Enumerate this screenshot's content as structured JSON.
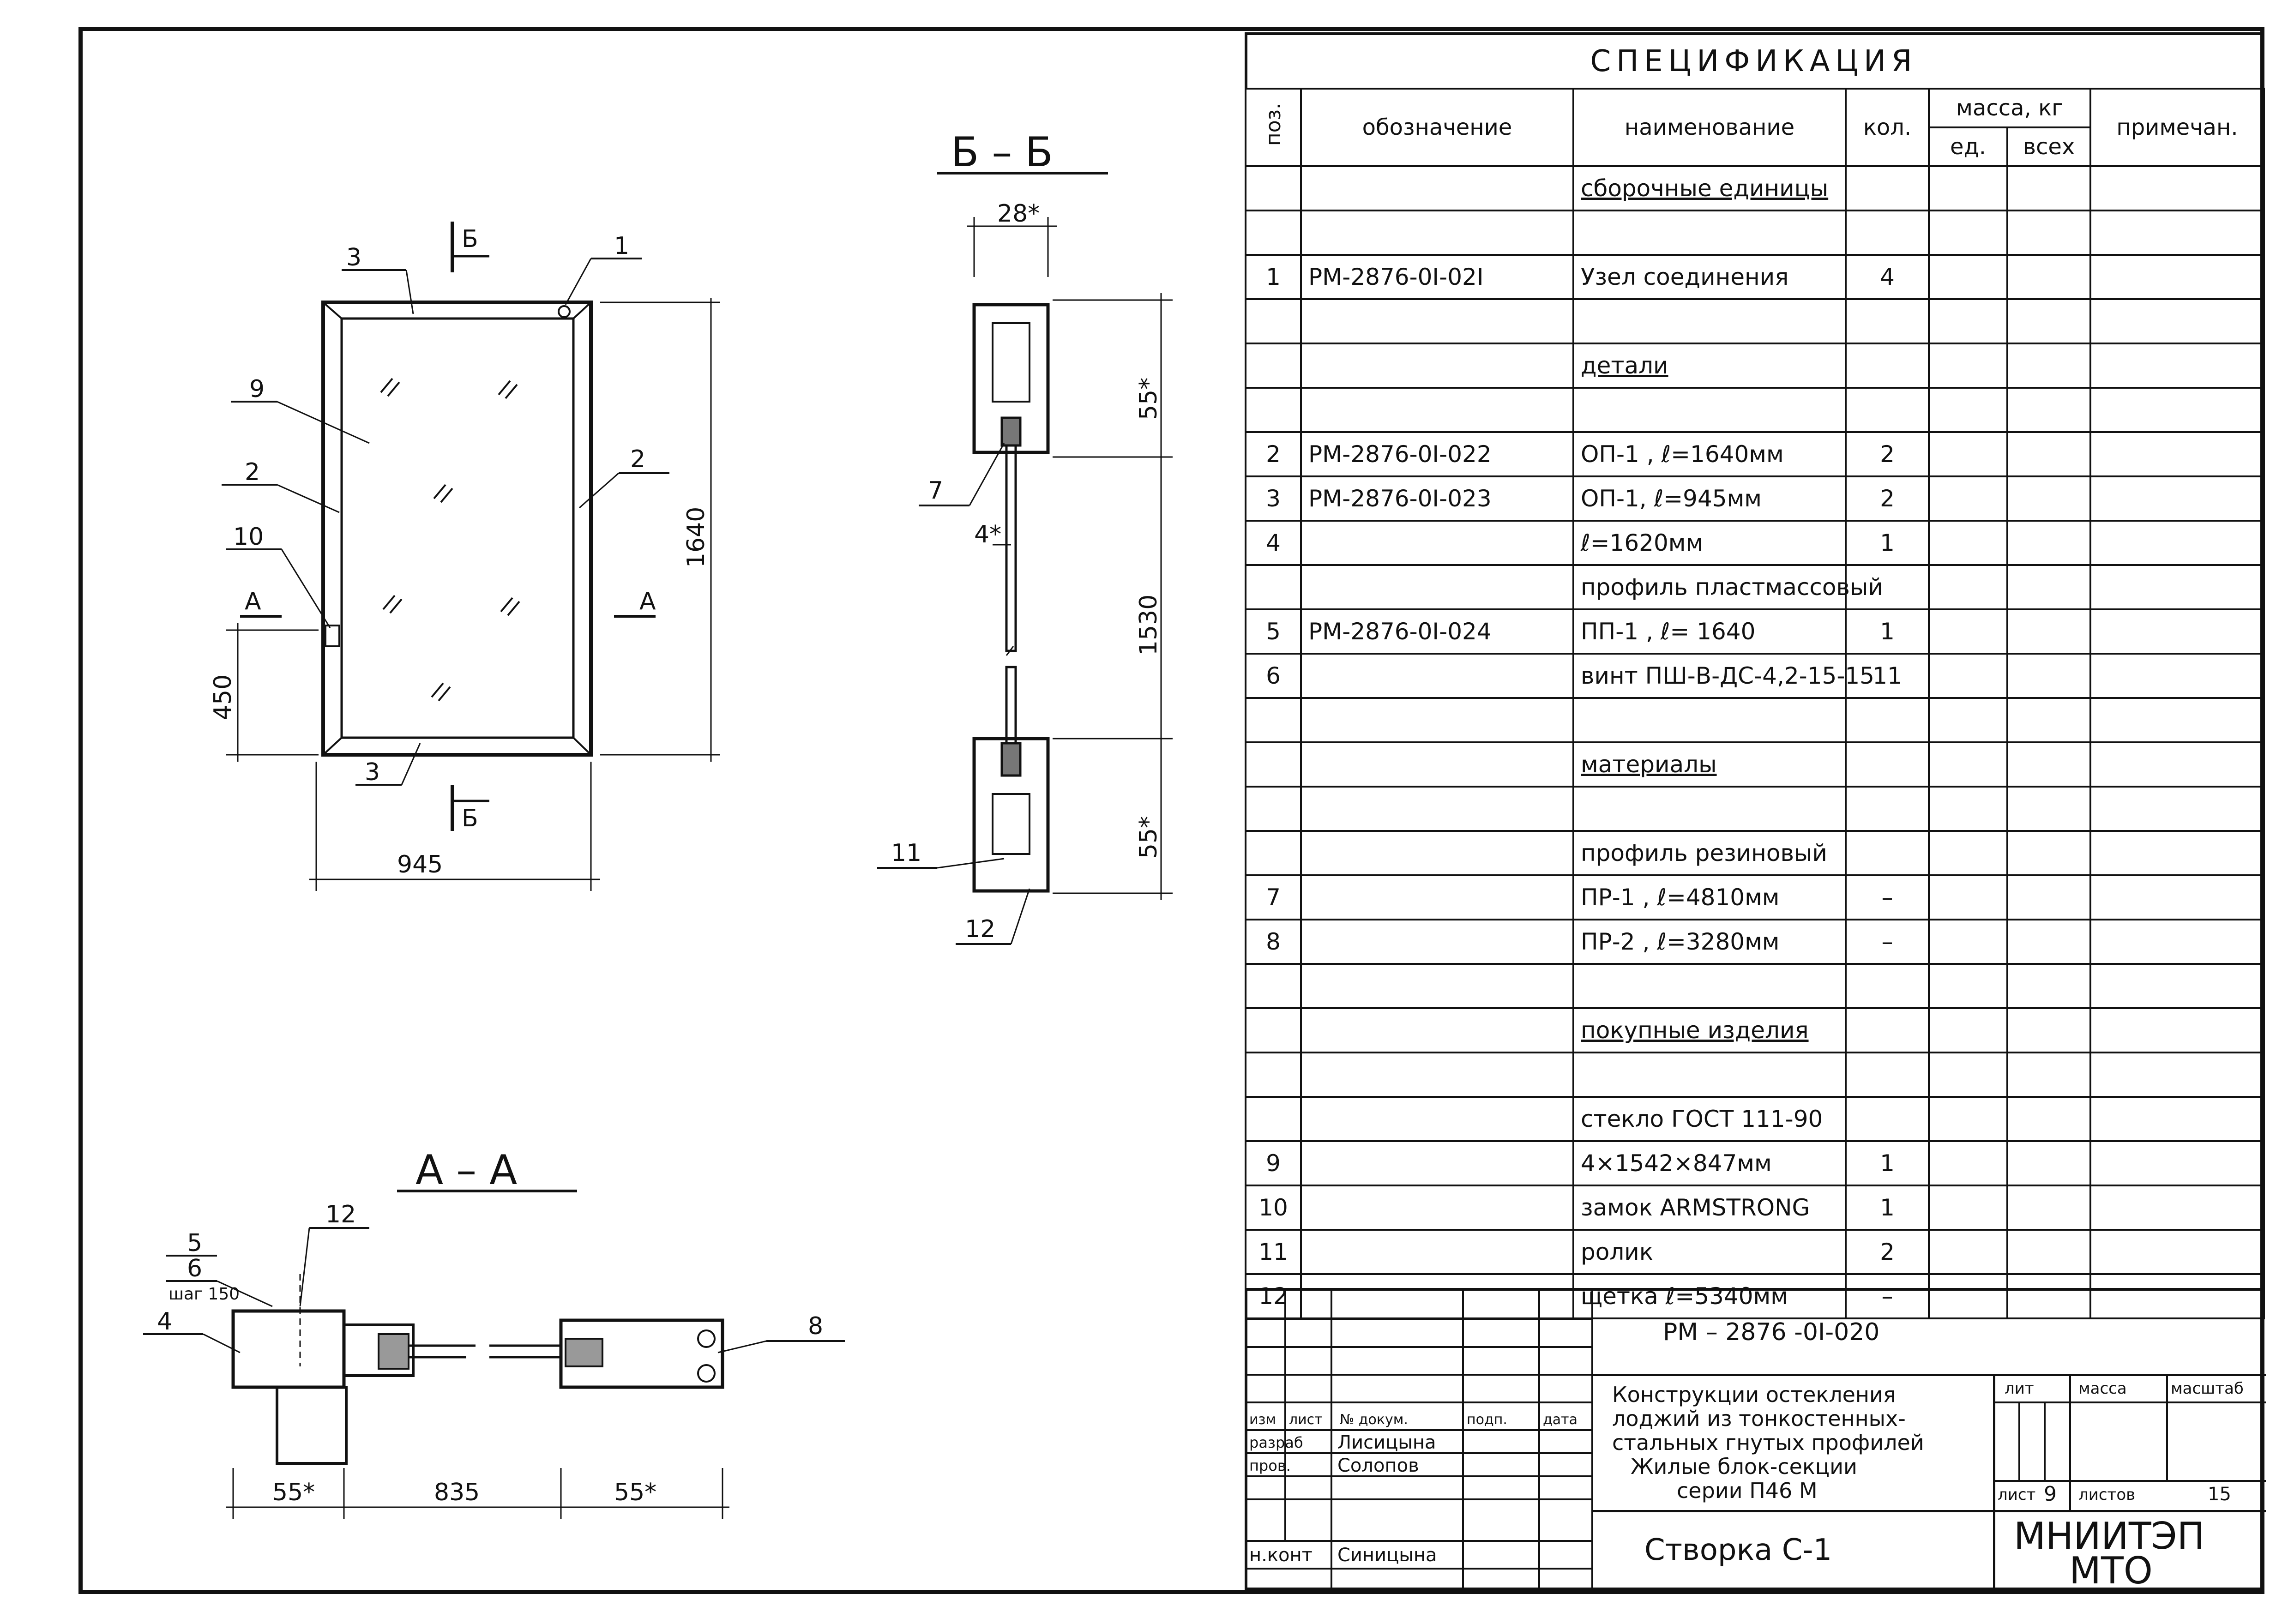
{
  "specification": {
    "title": "СПЕЦИФИКАЦИЯ",
    "headers": {
      "pos": "поз.",
      "designation": "обозначение",
      "name": "наименование",
      "qty": "кол.",
      "mass": "масса, кг",
      "mass_unit": "ед.",
      "mass_total": "всех",
      "note": "примечан."
    },
    "rows": [
      {
        "pos": "",
        "designation": "",
        "name": "сборочные единицы",
        "qty": "",
        "section": true
      },
      {
        "pos": "",
        "designation": "",
        "name": "",
        "qty": ""
      },
      {
        "pos": "1",
        "designation": "РМ-2876-0I-02I",
        "name": "Узел соединения",
        "qty": "4"
      },
      {
        "pos": "",
        "designation": "",
        "name": "",
        "qty": ""
      },
      {
        "pos": "",
        "designation": "",
        "name": "детали",
        "qty": "",
        "section": true
      },
      {
        "pos": "",
        "designation": "",
        "name": "",
        "qty": ""
      },
      {
        "pos": "2",
        "designation": "РМ-2876-0I-022",
        "name": "ОП-1 , ℓ=1640мм",
        "qty": "2"
      },
      {
        "pos": "3",
        "designation": "РМ-2876-0I-023",
        "name": "ОП-1, ℓ=945мм",
        "qty": "2"
      },
      {
        "pos": "4",
        "designation": "",
        "name": "ℓ=1620мм",
        "qty": "1"
      },
      {
        "pos": "",
        "designation": "",
        "name": "профиль пластмассовый",
        "qty": ""
      },
      {
        "pos": "5",
        "designation": "РМ-2876-0I-024",
        "name": "ПП-1 , ℓ= 1640",
        "qty": "1"
      },
      {
        "pos": "6",
        "designation": "",
        "name": "винт ПШ-В-ДС-4,2-15-15",
        "qty": "11"
      },
      {
        "pos": "",
        "designation": "",
        "name": "",
        "qty": ""
      },
      {
        "pos": "",
        "designation": "",
        "name": "материалы",
        "qty": "",
        "section": true
      },
      {
        "pos": "",
        "designation": "",
        "name": "",
        "qty": ""
      },
      {
        "pos": "",
        "designation": "",
        "name": "профиль резиновый",
        "qty": ""
      },
      {
        "pos": "7",
        "designation": "",
        "name": "ПР-1 , ℓ=4810мм",
        "qty": "–"
      },
      {
        "pos": "8",
        "designation": "",
        "name": "ПР-2 , ℓ=3280мм",
        "qty": "–"
      },
      {
        "pos": "",
        "designation": "",
        "name": "",
        "qty": ""
      },
      {
        "pos": "",
        "designation": "",
        "name": "покупные изделия",
        "qty": "",
        "section": true
      },
      {
        "pos": "",
        "designation": "",
        "name": "",
        "qty": ""
      },
      {
        "pos": "",
        "designation": "",
        "name": "стекло ГОСТ 111-90",
        "qty": ""
      },
      {
        "pos": "9",
        "designation": "",
        "name": "4×1542×847мм",
        "qty": "1"
      },
      {
        "pos": "10",
        "designation": "",
        "name": "замок ARMSTRONG",
        "qty": "1"
      },
      {
        "pos": "11",
        "designation": "",
        "name": "ролик",
        "qty": "2"
      },
      {
        "pos": "12",
        "designation": "",
        "name": "щетка ℓ=5340мм",
        "qty": "–"
      }
    ]
  },
  "title_block": {
    "doc_code": "РМ – 2876 -0I-020",
    "description": [
      "Конструкции остекления",
      "лоджий из тонкостенных-",
      "стальных гнутых профилей",
      "Жилые блок-секции",
      "серии П46 М"
    ],
    "part_name": "Створка С-1",
    "org": [
      "МНИИТЭП",
      "МТО"
    ],
    "labels": {
      "lit": "лит",
      "mass": "масса",
      "scale": "масштаб",
      "sheet": "лист",
      "sheet_no": "9",
      "sheets": "листов",
      "sheets_total": "15"
    },
    "rev_header": {
      "izm": "изм",
      "list": "лист",
      "doc": "№ докум.",
      "sign": "подп.",
      "date": "дата"
    },
    "people": [
      {
        "role": "разраб",
        "name": "Лисицына"
      },
      {
        "role": "пров.",
        "name": "Солопов"
      },
      {
        "role": "н.конт",
        "name": "Синицына"
      }
    ]
  },
  "drawing": {
    "view_main": {
      "width_dim": "945",
      "height_dim": "1640",
      "lock_dim": "450",
      "section_a": "А",
      "section_b": "Б",
      "callouts": [
        "1",
        "2",
        "2",
        "3",
        "3",
        "9",
        "10"
      ]
    },
    "view_bb": {
      "title": "Б – Б",
      "dims": [
        "28*",
        "55*",
        "1530",
        "55*",
        "4*"
      ],
      "callouts": [
        "7",
        "11",
        "12"
      ]
    },
    "view_aa": {
      "title": "А – А",
      "dims": [
        "55*",
        "835",
        "55*"
      ],
      "callouts": [
        "4",
        "5",
        "6",
        "12",
        "8"
      ],
      "step_note": "шаг 150"
    }
  }
}
